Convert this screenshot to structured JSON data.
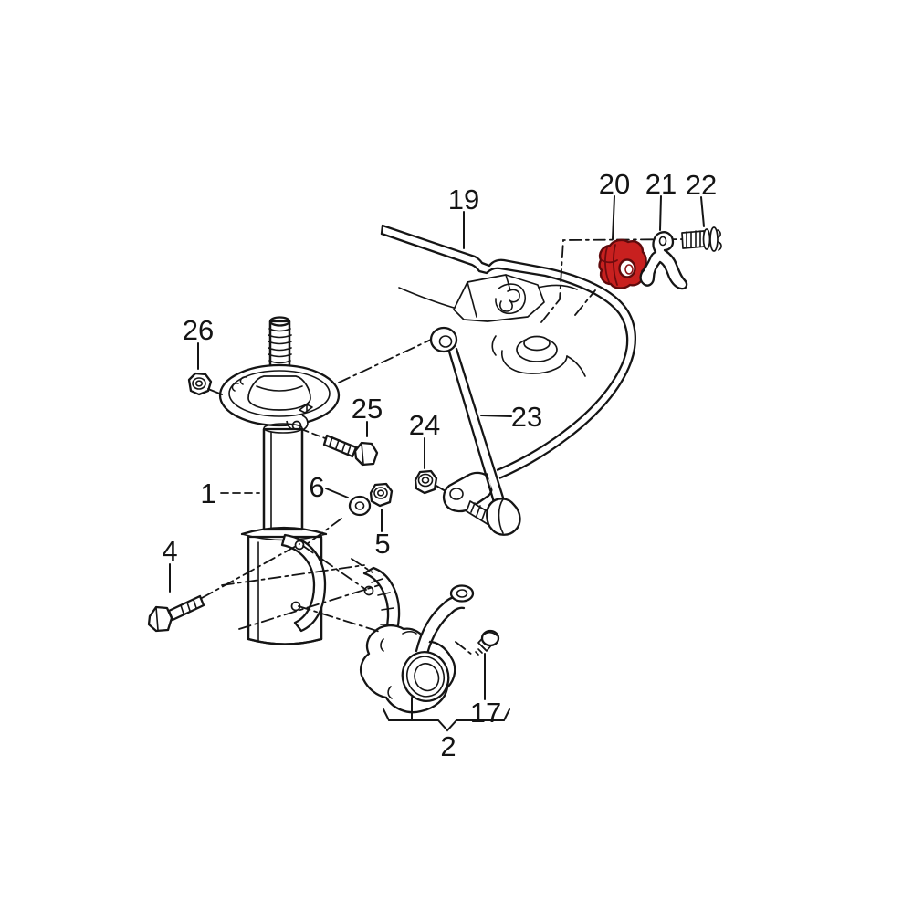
{
  "page": {
    "background": "#ffffff"
  },
  "diagram": {
    "type": "exploded-parts-diagram",
    "line_color": "#151515",
    "highlight_color": "#c8201f",
    "labels": {
      "l1": "1",
      "l2": "2",
      "l4": "4",
      "l5": "5",
      "l6": "6",
      "l17": "17",
      "l19": "19",
      "l20": "20",
      "l21": "21",
      "l22": "22",
      "l23": "23",
      "l24": "24",
      "l25": "25",
      "l26": "26"
    }
  }
}
